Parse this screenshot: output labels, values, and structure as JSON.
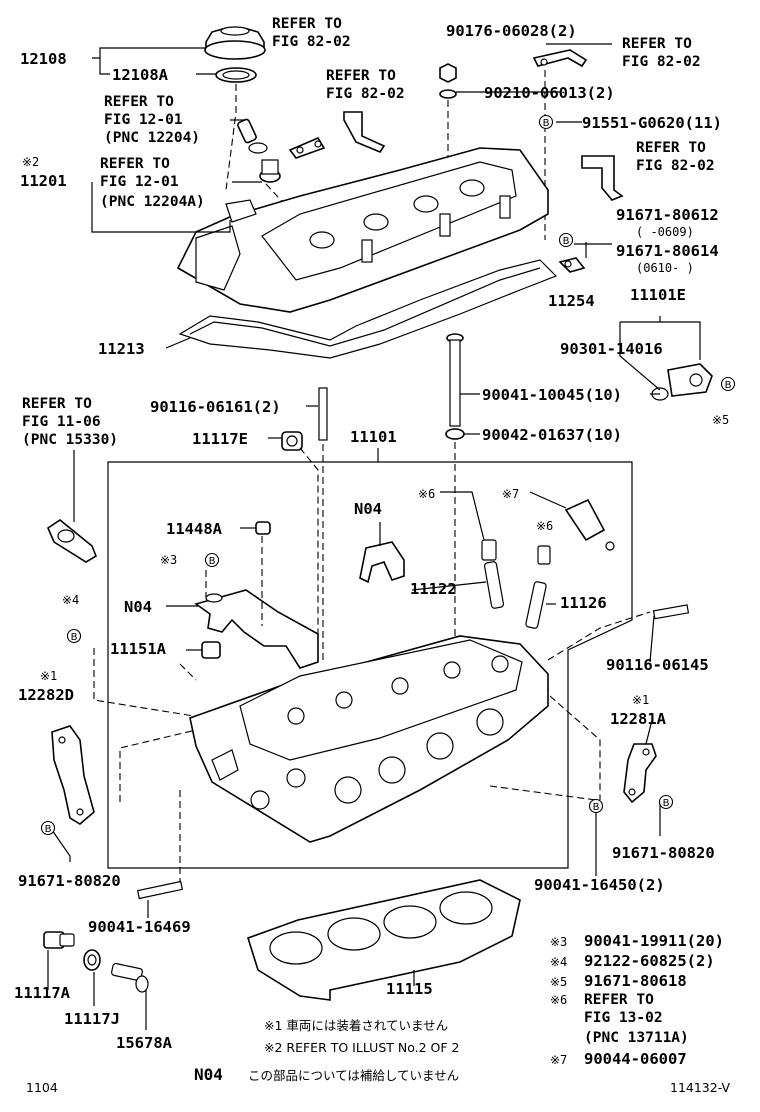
{
  "parts": {
    "p12108": "12108",
    "p12108A": "12108A",
    "p90176": "90176-06028(2)",
    "p90210": "90210-06013(2)",
    "p91551": "91551-G0620(11)",
    "p91671_80612": "91671-80612",
    "p0609": "(   -0609)",
    "p91671_80614": "91671-80614",
    "p0610": "(0610-   )",
    "p11254": "11254",
    "p11101E": "11101E",
    "p90301": "90301-14016",
    "p11201": "11201",
    "p11213": "11213",
    "p90041_10045": "90041-10045(10)",
    "p90042": "90042-01637(10)",
    "p90116_06161": "90116-06161(2)",
    "p11117E": "11117E",
    "p11101": "11101",
    "pN04a": "N04",
    "pN04b": "N04",
    "p11448A": "11448A",
    "p11122": "11122",
    "p11126": "11126",
    "p11151A": "11151A",
    "p90116_06145": "90116-06145",
    "p12282D": "12282D",
    "p12281A": "12281A",
    "p91671_80820a": "91671-80820",
    "p91671_80820b": "91671-80820",
    "p90041_16450": "90041-16450(2)",
    "p90041_16469": "90041-16469",
    "p11115": "11115",
    "p11117A": "11117A",
    "p11117J": "11117J",
    "p15678A": "15678A"
  },
  "marks": {
    "m2": "※2",
    "m1a": "※1",
    "m1b": "※1",
    "m3": "※3",
    "m4": "※4",
    "m5": "※5",
    "m6a": "※6",
    "m6b": "※6",
    "m7": "※7",
    "bolt_b": "B"
  },
  "refs": {
    "r1_l1": "REFER TO",
    "r1_l2": "FIG 82-02",
    "r2_l1": "REFER TO",
    "r2_l2": "FIG 82-02",
    "r3_l1": "REFER TO",
    "r3_l2": "FIG 82-02",
    "r4_l1": "REFER TO",
    "r4_l2": "FIG 82-02",
    "r5_l1": "REFER TO",
    "r5_l2": "FIG 12-01",
    "r5_l3": "(PNC 12204)",
    "r6_l1": "REFER TO",
    "r6_l2": "FIG 12-01",
    "r6_l3": "(PNC 12204A)",
    "r7_l1": "REFER TO",
    "r7_l2": "FIG 11-06",
    "r7_l3": "(PNC 15330)"
  },
  "legend": {
    "n3_mark": "※3",
    "n3_part": "90041-19911(20)",
    "n4_mark": "※4",
    "n4_part": "92122-60825(2)",
    "n5_mark": "※5",
    "n5_part": "91671-80618",
    "n6_mark": "※6",
    "n6_l1": "REFER TO",
    "n6_l2": "FIG 13-02",
    "n6_l3": "(PNC 13711A)",
    "n7_mark": "※7",
    "n7_part": "90044-06007"
  },
  "footnotes": {
    "f1": "※1 車両には装着されていません",
    "f2": "※2 REFER TO ILLUST No.2 OF 2",
    "n04_label": "N04",
    "n04_text": "この部品については補給していません"
  },
  "footer": {
    "left_code": "1104",
    "right_code": "114132-V"
  }
}
